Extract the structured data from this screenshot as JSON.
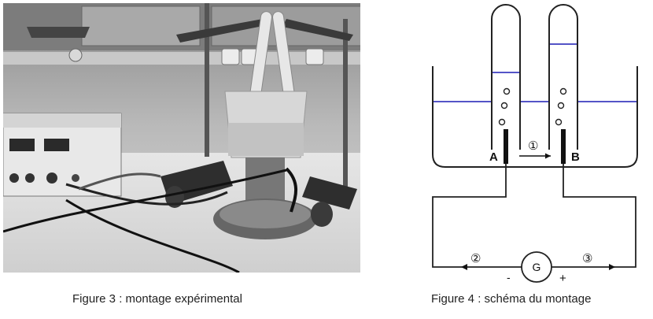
{
  "figure3": {
    "caption": "Figure 3 : montage expérimental"
  },
  "figure4": {
    "caption": "Figure 4 : schéma du montage",
    "electrode_a_label": "A",
    "electrode_b_label": "B",
    "galvanometer_label": "G",
    "arrow_1_label": "①",
    "arrow_2_label": "②",
    "arrow_3_label": "③",
    "minus_label": "-",
    "plus_label": "+",
    "colors": {
      "line": "#222222",
      "liquid": "#3b3bbf"
    }
  }
}
